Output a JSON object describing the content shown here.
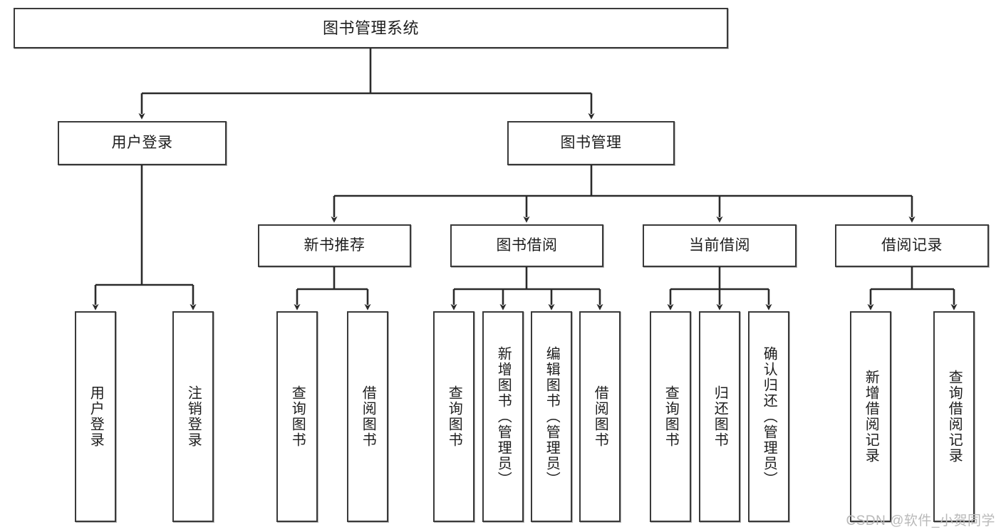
{
  "diagram": {
    "type": "tree-hierarchy-diagram",
    "title": "图书管理系统",
    "watermark": "CSDN @软件_小贺同学",
    "colors": {
      "box_border": "#3a3a3a",
      "box_fill": "#ffffff",
      "edge": "#2b2b2b",
      "text": "#1d1d1d",
      "watermark": "#b9b9b9"
    },
    "nodes": {
      "root": {
        "label": "图书管理系统"
      },
      "level2": [
        {
          "label": "用户登录"
        },
        {
          "label": "图书管理"
        }
      ],
      "level3": [
        {
          "label": "新书推荐"
        },
        {
          "label": "图书借阅"
        },
        {
          "label": "当前借阅"
        },
        {
          "label": "借阅记录"
        }
      ],
      "leaves": {
        "user_login": [
          {
            "label": "用户登录"
          },
          {
            "label": "注销登录"
          }
        ],
        "new_book_recommend": [
          {
            "label": "查询图书"
          },
          {
            "label": "借阅图书"
          }
        ],
        "book_borrow": [
          {
            "label": "查询图书"
          },
          {
            "label": "新增图书（管理员）"
          },
          {
            "label": "编辑图书（管理员）"
          },
          {
            "label": "借阅图书"
          }
        ],
        "current_borrow": [
          {
            "label": "查询图书"
          },
          {
            "label": "归还图书"
          },
          {
            "label": "确认归还（管理员）"
          }
        ],
        "borrow_record": [
          {
            "label": "新增借阅记录"
          },
          {
            "label": "查询借阅记录"
          }
        ]
      }
    }
  }
}
